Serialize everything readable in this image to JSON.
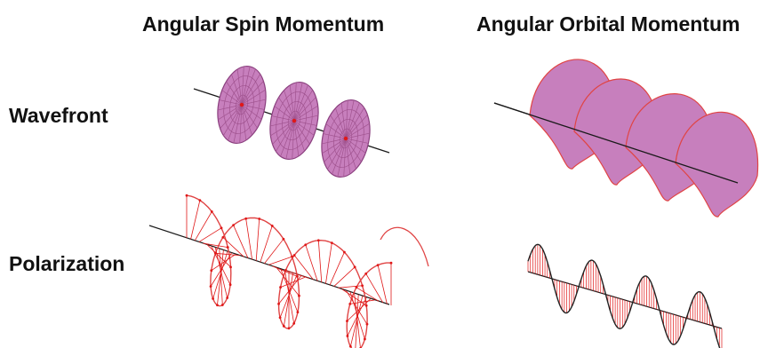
{
  "columns": {
    "spin": "Angular Spin Momentum",
    "orbital": "Angular Orbital Momentum"
  },
  "rows": {
    "wavefront": "Wavefront",
    "polarization": "Polarization"
  },
  "colors": {
    "fill": "#c77fbd",
    "edge": "#e04444",
    "arrow": "#e01818",
    "axis": "#1a1a1a",
    "background": "#ffffff"
  }
}
